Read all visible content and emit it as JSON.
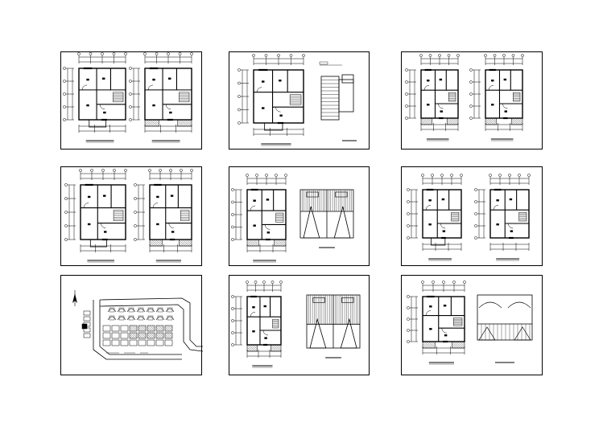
{
  "title": "",
  "colors": {
    "ink": "#000000",
    "paper": "#ffffff",
    "hatch": "#555555"
  },
  "sheets": [
    {
      "id": "sheet-1",
      "kind": "two-plans"
    },
    {
      "id": "sheet-2",
      "kind": "plan-and-roof"
    },
    {
      "id": "sheet-3",
      "kind": "two-plans"
    },
    {
      "id": "sheet-4",
      "kind": "two-plans"
    },
    {
      "id": "sheet-5",
      "kind": "plan-and-roof"
    },
    {
      "id": "sheet-6",
      "kind": "two-plans"
    },
    {
      "id": "sheet-7",
      "kind": "site-plan"
    },
    {
      "id": "sheet-8",
      "kind": "plan-and-roof"
    },
    {
      "id": "sheet-9",
      "kind": "plan-and-roof"
    }
  ]
}
